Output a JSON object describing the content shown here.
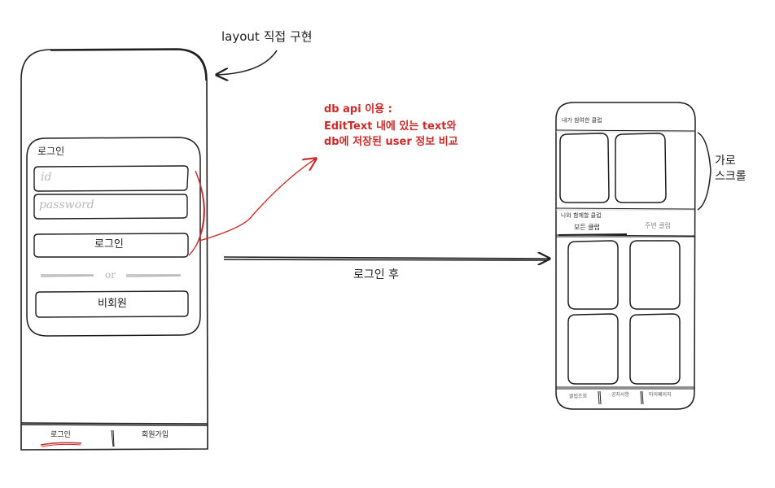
{
  "annotations": {
    "layout_note": "layout 직접 구현",
    "db_note_line1": "db api 이용 :",
    "db_note_line2": "EditText 내에 있는 text와",
    "db_note_line3": "db에 저장된 user 정보 비교",
    "after_login": "로그인 후",
    "horizontal_scroll_line1": "가로",
    "horizontal_scroll_line2": "스크롤"
  },
  "login_screen": {
    "card_title": "로그인",
    "id_placeholder": "id",
    "password_placeholder": "password",
    "login_button": "로그인",
    "divider_text": "or",
    "guest_button": "비회원",
    "bottom_tabs": [
      "로그인",
      "회원가입"
    ]
  },
  "main_screen": {
    "joined_clubs_title": "내가 참여한 클럽",
    "recommended_title": "나와 함께할 클럽",
    "tabs": [
      "모든 클럽",
      "주변 클럽"
    ],
    "bottom_tabs": [
      "클럽조회",
      "공지사항",
      "마이페이지"
    ]
  },
  "colors": {
    "ink": "#1e1e1e",
    "accent_red": "#c92a2a",
    "placeholder_gray": "#b8b8b8"
  }
}
